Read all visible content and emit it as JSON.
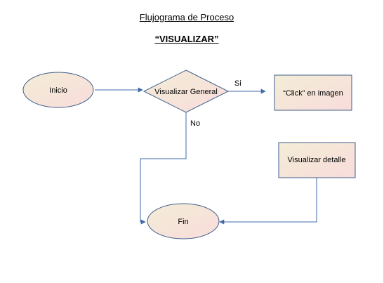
{
  "title": "Flujograma de Proceso",
  "subtitle": "“VISUALIZAR”",
  "nodes": {
    "inicio": "Inicio",
    "visualizar_general": "Visualizar General",
    "click_imagen": "“Click” en imagen",
    "visualizar_detalle": "Visualizar detalle",
    "fin": "Fin"
  },
  "edges": {
    "si": "Si",
    "no": "No"
  },
  "colors": {
    "shape_stroke": "#3f5e8c",
    "arrow": "#3e6aa8",
    "fill_light": "#f3ecd8",
    "fill_pink": "#f7dede"
  }
}
